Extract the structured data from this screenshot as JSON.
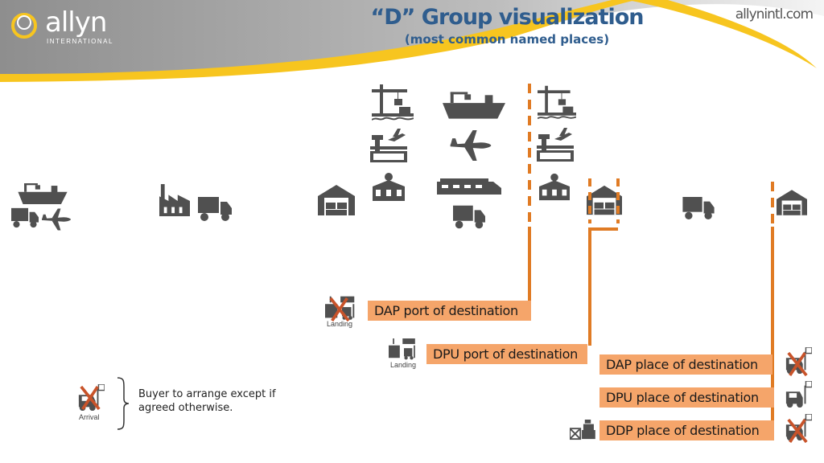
{
  "header": {
    "title": "“D” Group visualization",
    "subtitle": "(most common named places)",
    "website": "allynintl.com",
    "logo_name": "allyn",
    "logo_sub": "INTERNATIONAL"
  },
  "labels": {
    "dap_port": "DAP port of destination",
    "dpu_port": "DPU port of destination",
    "dap_place": "DAP place of destination",
    "dpu_place": "DPU place of destination",
    "ddp_place": "DDP place of destination"
  },
  "icon_captions": {
    "landing_1": "Landing",
    "landing_2": "Landing",
    "arrival": "Arrival"
  },
  "legend": {
    "text": "Buyer to arrange except if agreed otherwise."
  },
  "colors": {
    "line": "#e07b24",
    "label_bg": "#f5a56a",
    "title": "#2f5d8e",
    "icon": "#505050",
    "cross": "#c8532a"
  }
}
